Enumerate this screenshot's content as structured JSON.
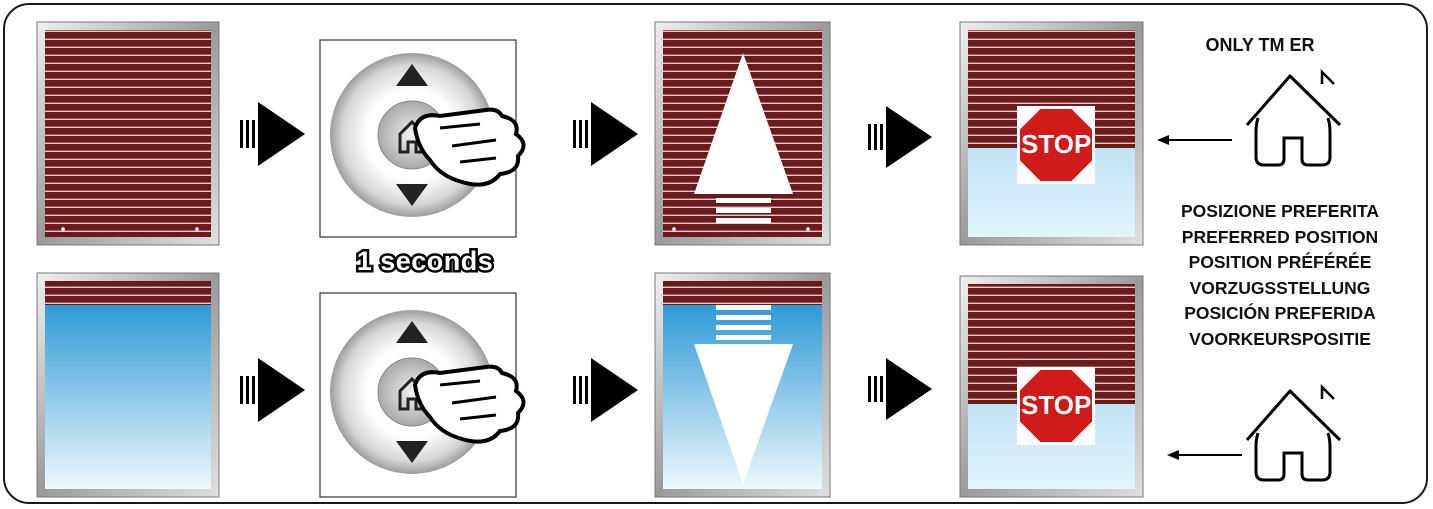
{
  "header": {
    "note": "ONLY  TM ER"
  },
  "hold_time": {
    "label": "1 seconds"
  },
  "stop_sign": {
    "text": "STOP"
  },
  "preferred_position": {
    "labels": [
      "POSIZIONE PREFERITA",
      "PREFERRED POSITION",
      "POSITION PRÉFÉRÉE",
      "VORZUGSSTELLUNG",
      "POSICIÓN PREFERIDA",
      "VOORKEURSPOSITIE"
    ]
  },
  "colors": {
    "shutter": "#6b1a1c",
    "shutter_slat": "#e8c7c7",
    "sky_top": "#2f9ad7",
    "sky_bottom": "#eaf6fc",
    "stop_red": "#d11a1a",
    "arrow": "#000000"
  },
  "icons": [
    "house-icon",
    "hand-pointer-icon",
    "stop-sign-icon",
    "up-arrow-icon",
    "down-arrow-icon"
  ]
}
